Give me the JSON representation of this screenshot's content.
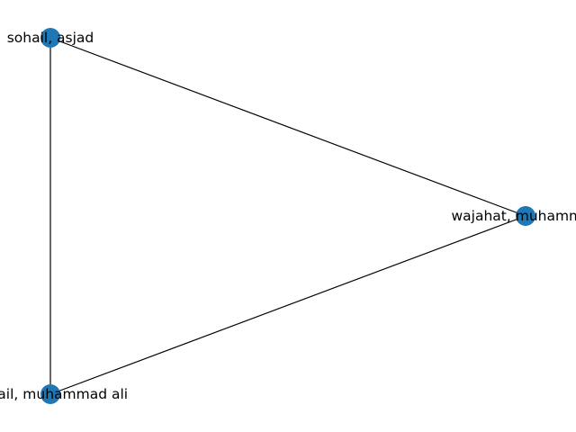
{
  "graph": {
    "nodes": [
      {
        "id": "n1",
        "label": "sohail, asjad"
      },
      {
        "id": "n2",
        "label": "wajahat, muhammad"
      },
      {
        "id": "n3",
        "label": "sohail, muhammad ali"
      }
    ],
    "edges": [
      {
        "source": "n1",
        "target": "n2"
      },
      {
        "source": "n1",
        "target": "n3"
      },
      {
        "source": "n2",
        "target": "n3"
      }
    ],
    "node_color": "#1f77b4",
    "edge_color": "#000000",
    "label_color": "#000000"
  }
}
